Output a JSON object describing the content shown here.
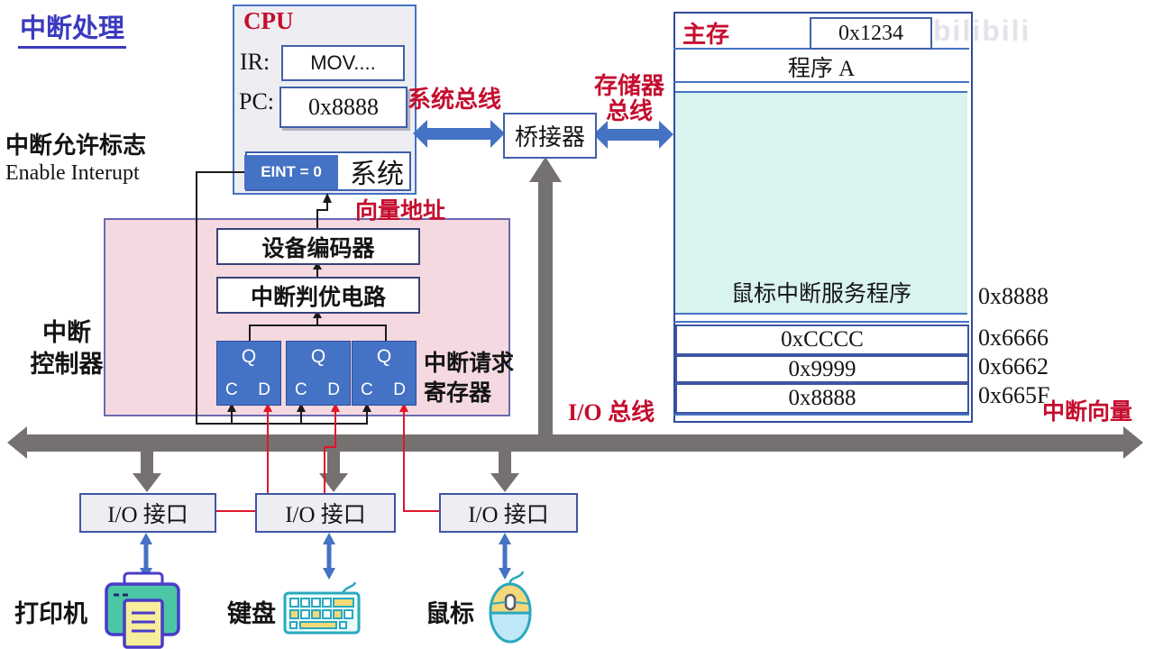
{
  "title": "中断处理",
  "watermark": "bilibili",
  "colors": {
    "accent_red": "#c50d2e",
    "primary_blue": "#4472c4",
    "bus_gray": "#767171",
    "controller_pink": "#f5d9e0",
    "memory_cyan": "#d9f3ef",
    "title_blue": "#3a3abf"
  },
  "cpu": {
    "label": "CPU",
    "ir_label": "IR:",
    "ir_value": "MOV....",
    "pc_label": "PC:",
    "pc_value": "0x8888",
    "system_label": "系统",
    "eint_label": "EINT = 0"
  },
  "interrupt_flag": {
    "line1": "中断允许标志",
    "line2": "Enable Interupt"
  },
  "buses": {
    "system_bus": "系统总线",
    "memory_bus_line1": "存储器",
    "memory_bus_line2": "总线",
    "io_bus": "I/O 总线"
  },
  "bridge": {
    "label": "桥接器"
  },
  "controller": {
    "label_line1": "中断",
    "label_line2": "控制器",
    "vector_address_label": "向量地址",
    "encoder_label": "设备编码器",
    "arbiter_label": "中断判优电路",
    "request_reg_line1": "中断请求",
    "request_reg_line2": "寄存器",
    "flipflop": {
      "q": "Q",
      "c": "C",
      "d": "D"
    }
  },
  "memory": {
    "label": "主存",
    "register_value": "0x1234",
    "program_row": "程序 A",
    "isr_text": "鼠标中断服务程序",
    "isr_addr": "0x8888",
    "vector_table": [
      {
        "value": "0xCCCC",
        "addr": "0x6666"
      },
      {
        "value": "0x9999",
        "addr": "0x6662"
      },
      {
        "value": "0x8888",
        "addr": "0x665F"
      }
    ],
    "vector_label": "中断向量"
  },
  "io_interfaces": [
    {
      "label": "I/O 接口"
    },
    {
      "label": "I/O 接口"
    },
    {
      "label": "I/O 接口"
    }
  ],
  "devices": [
    {
      "label": "打印机"
    },
    {
      "label": "键盘"
    },
    {
      "label": "鼠标"
    }
  ]
}
